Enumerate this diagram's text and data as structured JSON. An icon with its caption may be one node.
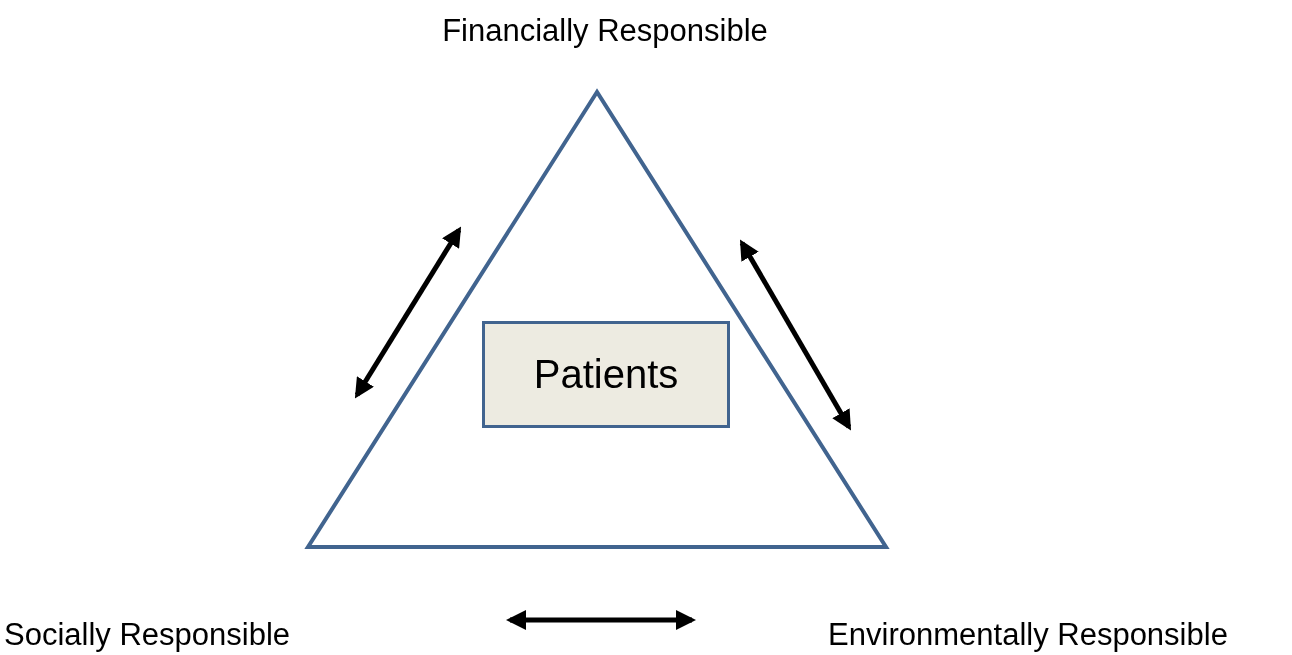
{
  "diagram": {
    "nodes": [
      {
        "text": [
          "Financially Responsible"
        ]
      },
      {
        "text": [],
        "shape": "triangle"
      },
      {
        "text": [
          "Patients"
        ],
        "in": 1
      },
      {
        "text": [
          "Socially Responsible"
        ]
      },
      {
        "text": [
          "Environmentally Responsible"
        ]
      }
    ]
  }
}
